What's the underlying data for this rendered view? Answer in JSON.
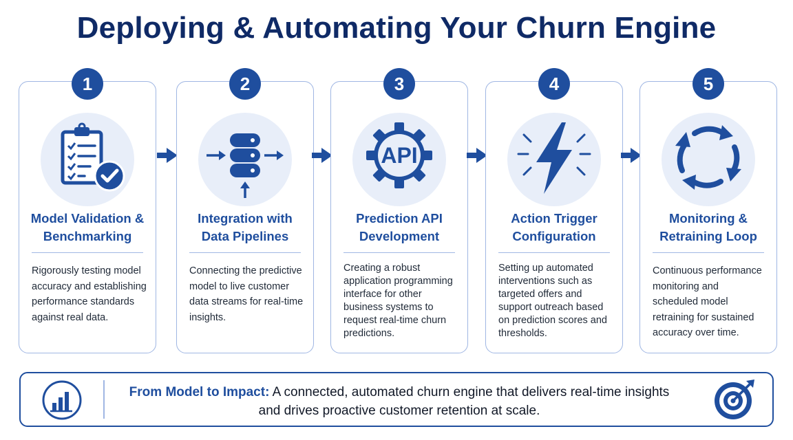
{
  "title": "Deploying & Automating Your Churn Engine",
  "colors": {
    "primary": "#1f4e9e",
    "title": "#0f2a66",
    "icon_bg": "#e8eef9",
    "border": "#9fb6e3"
  },
  "steps": [
    {
      "number": "1",
      "icon": "clipboard-check-icon",
      "title_lines": [
        "Model Validation &",
        "Benchmarking"
      ],
      "desc_lines": [
        "Rigorously testing model",
        "accuracy and establishing",
        "performance standards",
        "against real data."
      ]
    },
    {
      "number": "2",
      "icon": "database-pipeline-icon",
      "title_lines": [
        "Integration with",
        "Data Pipelines"
      ],
      "desc_lines": [
        "Connecting the predictive",
        "model to live customer",
        "data streams for real-time",
        "insights."
      ]
    },
    {
      "number": "3",
      "icon": "api-gear-icon",
      "icon_text": "API",
      "title_lines": [
        "Prediction API",
        "Development"
      ],
      "desc_lines": [
        "Creating a robust",
        "application programming",
        "interface for other",
        "business systems to",
        "request real-time churn",
        "predictions."
      ]
    },
    {
      "number": "4",
      "icon": "lightning-bolt-icon",
      "title_lines": [
        "Action Trigger",
        "Configuration"
      ],
      "desc_lines": [
        "Setting up automated",
        "interventions such as",
        "targeted offers and",
        "support outreach based",
        "on prediction scores and",
        "thresholds."
      ]
    },
    {
      "number": "5",
      "icon": "refresh-cycle-icon",
      "title_lines": [
        "Monitoring &",
        "Retraining Loop"
      ],
      "desc_lines": [
        "Continuous performance",
        "monitoring and",
        "scheduled model",
        "retraining for sustained",
        "accuracy over time."
      ]
    }
  ],
  "footer": {
    "left_icon": "bar-chart-icon",
    "bold": "From Model to Impact:",
    "line1_rest": " A connected, automated churn engine that delivers real-time insights",
    "line2": "and drives proactive customer retention at scale.",
    "right_icon": "target-icon"
  }
}
